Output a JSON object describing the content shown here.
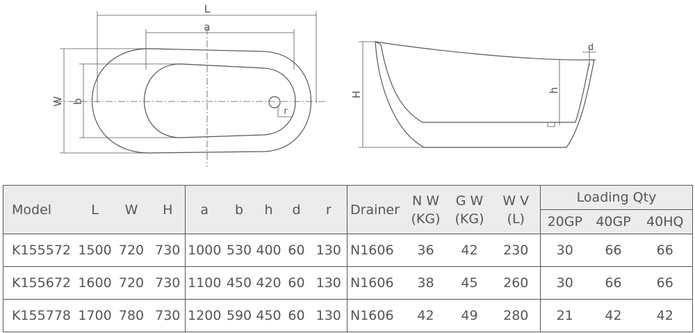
{
  "drawing": {
    "top_view_labels": {
      "L": "L",
      "a": "a",
      "W": "W",
      "b": "b",
      "r": "r"
    },
    "side_view_labels": {
      "H": "H",
      "h": "h",
      "d": "d"
    }
  },
  "table": {
    "headers": {
      "model": "Model",
      "L": "L",
      "W": "W",
      "H": "H",
      "a": "a",
      "b": "b",
      "h": "h",
      "d": "d",
      "r": "r",
      "drainer": "Drainer",
      "nw_top": "N W",
      "nw_unit": "(KG)",
      "gw_top": "G W",
      "gw_unit": "(KG)",
      "wv_top": "W V",
      "wv_unit": "(L)",
      "loading_qty": "Loading Qty",
      "gp20": "20GP",
      "gp40": "40GP",
      "hq40": "40HQ"
    },
    "rows": [
      {
        "model": "K155572",
        "L": "1500",
        "W": "720",
        "H": "730",
        "a": "1000",
        "b": "530",
        "h": "400",
        "d": "60",
        "r": "130",
        "drainer": "N1606",
        "nw": "36",
        "gw": "42",
        "wv": "230",
        "gp20": "30",
        "gp40": "66",
        "hq40": "66"
      },
      {
        "model": "K155672",
        "L": "1600",
        "W": "720",
        "H": "730",
        "a": "1100",
        "b": "450",
        "h": "420",
        "d": "60",
        "r": "130",
        "drainer": "N1606",
        "nw": "38",
        "gw": "45",
        "wv": "260",
        "gp20": "30",
        "gp40": "66",
        "hq40": "66"
      },
      {
        "model": "K155778",
        "L": "1700",
        "W": "780",
        "H": "730",
        "a": "1200",
        "b": "590",
        "h": "450",
        "d": "60",
        "r": "130",
        "drainer": "N1606",
        "nw": "42",
        "gw": "49",
        "wv": "280",
        "gp20": "21",
        "gp40": "42",
        "hq40": "42"
      }
    ]
  }
}
